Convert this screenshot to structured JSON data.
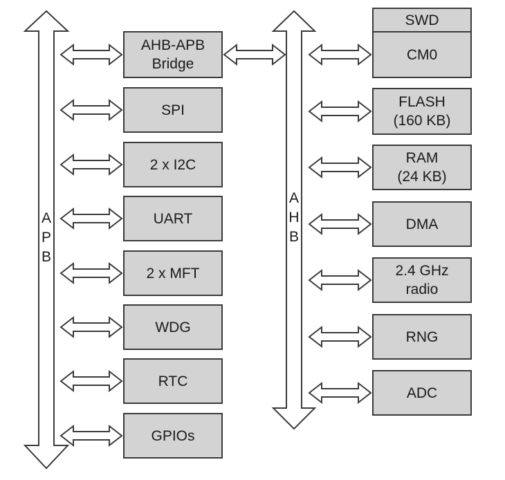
{
  "buses": {
    "apb": {
      "letters": [
        "A",
        "P",
        "B"
      ]
    },
    "ahb": {
      "letters": [
        "A",
        "H",
        "B"
      ]
    }
  },
  "apb_peripherals": [
    {
      "id": "ahb-apb-bridge",
      "label": "AHB-APB\nBridge"
    },
    {
      "id": "spi",
      "label": "SPI"
    },
    {
      "id": "i2c",
      "label": "2 x I2C"
    },
    {
      "id": "uart",
      "label": "UART"
    },
    {
      "id": "mft",
      "label": "2 x MFT"
    },
    {
      "id": "wdg",
      "label": "WDG"
    },
    {
      "id": "rtc",
      "label": "RTC"
    },
    {
      "id": "gpios",
      "label": "GPIOs"
    }
  ],
  "ahb_peripherals": [
    {
      "id": "swd",
      "label": "SWD"
    },
    {
      "id": "cm0",
      "label": "CM0"
    },
    {
      "id": "flash",
      "label": "FLASH\n(160 KB)"
    },
    {
      "id": "ram",
      "label": "RAM\n(24 KB)"
    },
    {
      "id": "dma",
      "label": "DMA"
    },
    {
      "id": "radio",
      "label": "2.4 GHz\nradio"
    },
    {
      "id": "rng",
      "label": "RNG"
    },
    {
      "id": "adc",
      "label": "ADC"
    }
  ],
  "colors": {
    "box_fill": "#d3d3d3",
    "stroke": "#3a3a3a",
    "text": "#1a1a1a"
  }
}
